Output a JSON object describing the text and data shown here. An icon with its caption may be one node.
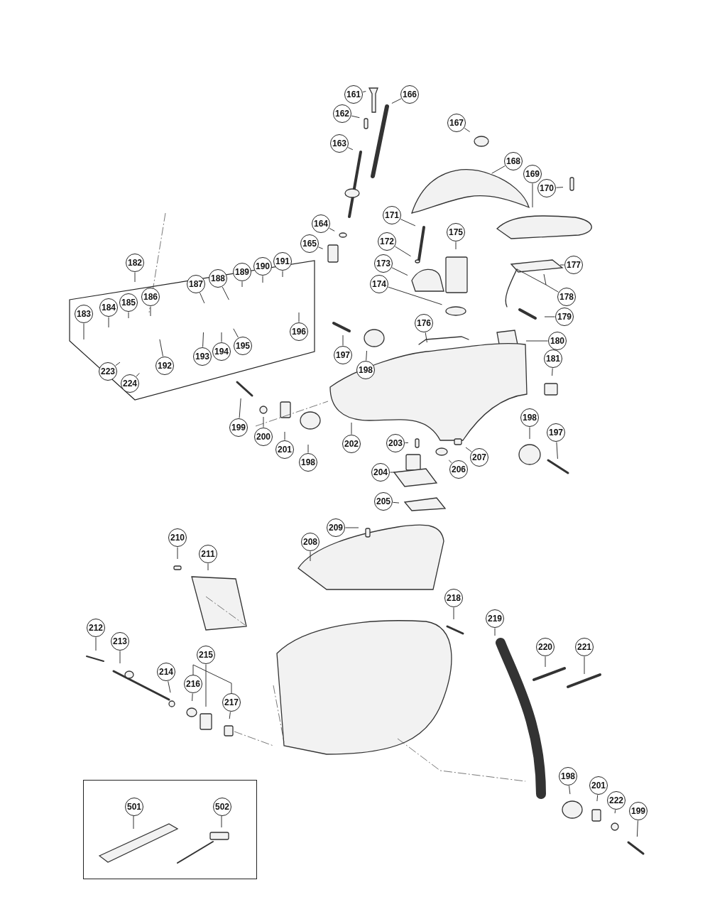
{
  "diagram": {
    "nodes": [
      {
        "text": [
          "161"
        ]
      },
      {
        "text": [
          "162"
        ]
      },
      {
        "text": [
          "166"
        ]
      },
      {
        "text": [
          "163"
        ]
      },
      {
        "text": [
          "167"
        ]
      },
      {
        "text": [
          "168"
        ]
      },
      {
        "text": [
          "169"
        ]
      },
      {
        "text": [
          "170"
        ]
      },
      {
        "text": [
          "164"
        ]
      },
      {
        "text": [
          "171"
        ]
      },
      {
        "text": [
          "172"
        ]
      },
      {
        "text": [
          "165"
        ]
      },
      {
        "text": [
          "173"
        ]
      },
      {
        "text": [
          "175"
        ]
      },
      {
        "text": [
          "174"
        ]
      },
      {
        "text": [
          "177"
        ]
      },
      {
        "text": [
          "178"
        ]
      },
      {
        "text": [
          "179"
        ]
      },
      {
        "text": [
          "176"
        ]
      },
      {
        "text": [
          "182"
        ]
      },
      {
        "text": [],
        "shape": "box"
      },
      {
        "text": [
          "183"
        ],
        "in": 20
      },
      {
        "text": [
          "184"
        ],
        "in": 20
      },
      {
        "text": [
          "185"
        ],
        "in": 20
      },
      {
        "text": [
          "186"
        ],
        "in": 20
      },
      {
        "text": [
          "187"
        ],
        "in": 20
      },
      {
        "text": [
          "188"
        ],
        "in": 20
      },
      {
        "text": [
          "189"
        ],
        "in": 20
      },
      {
        "text": [
          "190"
        ],
        "in": 20
      },
      {
        "text": [
          "191"
        ],
        "in": 20
      },
      {
        "text": [
          "192"
        ],
        "in": 20
      },
      {
        "text": [
          "193"
        ],
        "in": 20
      },
      {
        "text": [
          "194"
        ],
        "in": 20
      },
      {
        "text": [
          "195"
        ],
        "in": 20
      },
      {
        "text": [
          "196"
        ],
        "in": 20
      },
      {
        "text": [
          "223"
        ],
        "in": 20
      },
      {
        "text": [
          "224"
        ],
        "in": 20
      },
      {
        "text": [
          "180"
        ]
      },
      {
        "text": [
          "197"
        ]
      },
      {
        "text": [
          "198"
        ]
      },
      {
        "text": [
          "181"
        ]
      },
      {
        "text": [
          "199"
        ]
      },
      {
        "text": [
          "200"
        ]
      },
      {
        "text": [
          "201"
        ]
      },
      {
        "text": [
          "198"
        ]
      },
      {
        "text": [
          "202"
        ]
      },
      {
        "text": [
          "203"
        ]
      },
      {
        "text": [
          "204"
        ]
      },
      {
        "text": [
          "205"
        ]
      },
      {
        "text": [
          "206"
        ]
      },
      {
        "text": [
          "207"
        ]
      },
      {
        "text": [
          "198"
        ]
      },
      {
        "text": [
          "197"
        ]
      },
      {
        "text": [
          "209"
        ]
      },
      {
        "text": [
          "208"
        ]
      },
      {
        "text": [
          "210"
        ]
      },
      {
        "text": [
          "211"
        ]
      },
      {
        "text": [
          "212"
        ]
      },
      {
        "text": [
          "213"
        ]
      },
      {
        "text": [
          "214"
        ]
      },
      {
        "text": [
          "215"
        ]
      },
      {
        "text": [
          "216"
        ]
      },
      {
        "text": [
          "217"
        ]
      },
      {
        "text": [
          "218"
        ]
      },
      {
        "text": [
          "219"
        ]
      },
      {
        "text": [
          "220"
        ]
      },
      {
        "text": [
          "221"
        ]
      },
      {
        "text": [
          "198"
        ]
      },
      {
        "text": [
          "201"
        ]
      },
      {
        "text": [
          "222"
        ]
      },
      {
        "text": [
          "199"
        ]
      },
      {
        "text": [],
        "shape": "box"
      },
      {
        "text": [
          "501"
        ],
        "in": 71
      },
      {
        "text": [
          "502"
        ],
        "in": 71
      }
    ],
    "edges": [
      {
        "from": 0,
        "to": null,
        "arrow": "none"
      },
      {
        "from": 1,
        "to": null,
        "arrow": "none"
      },
      {
        "from": 2,
        "to": null,
        "arrow": "none"
      },
      {
        "from": 3,
        "to": null,
        "arrow": "none"
      },
      {
        "from": 4,
        "to": null,
        "arrow": "none"
      },
      {
        "from": 5,
        "to": null,
        "arrow": "none"
      },
      {
        "from": 6,
        "to": null,
        "arrow": "none"
      },
      {
        "from": 7,
        "to": null,
        "arrow": "none"
      },
      {
        "from": 8,
        "to": null,
        "arrow": "none"
      },
      {
        "from": 9,
        "to": null,
        "arrow": "none"
      },
      {
        "from": 10,
        "to": null,
        "arrow": "none"
      },
      {
        "from": 11,
        "to": null,
        "arrow": "none"
      },
      {
        "from": 12,
        "to": null,
        "arrow": "none"
      },
      {
        "from": 13,
        "to": null,
        "arrow": "none"
      },
      {
        "from": 14,
        "to": null,
        "arrow": "none"
      },
      {
        "from": 15,
        "to": null,
        "arrow": "none"
      },
      {
        "from": 16,
        "to": null,
        "arrow": "none"
      },
      {
        "from": 17,
        "to": null,
        "arrow": "none"
      },
      {
        "from": 18,
        "to": null,
        "arrow": "none"
      },
      {
        "from": 19,
        "to": 20,
        "arrow": "none"
      },
      {
        "from": 21,
        "to": null,
        "arrow": "none"
      },
      {
        "from": 22,
        "to": null,
        "arrow": "none"
      },
      {
        "from": 23,
        "to": null,
        "arrow": "none"
      },
      {
        "from": 24,
        "to": null,
        "arrow": "none"
      },
      {
        "from": 25,
        "to": null,
        "arrow": "none"
      },
      {
        "from": 26,
        "to": null,
        "arrow": "none"
      },
      {
        "from": 27,
        "to": null,
        "arrow": "none"
      },
      {
        "from": 28,
        "to": null,
        "arrow": "none"
      },
      {
        "from": 29,
        "to": null,
        "arrow": "none"
      },
      {
        "from": 30,
        "to": null,
        "arrow": "none"
      },
      {
        "from": 31,
        "to": null,
        "arrow": "none"
      },
      {
        "from": 32,
        "to": null,
        "arrow": "none"
      },
      {
        "from": 33,
        "to": null,
        "arrow": "none"
      },
      {
        "from": 34,
        "to": null,
        "arrow": "none"
      },
      {
        "from": 35,
        "to": null,
        "arrow": "none"
      },
      {
        "from": 36,
        "to": null,
        "arrow": "none"
      },
      {
        "from": 37,
        "to": null,
        "arrow": "none"
      },
      {
        "from": 38,
        "to": null,
        "arrow": "none"
      },
      {
        "from": 39,
        "to": null,
        "arrow": "none"
      },
      {
        "from": 40,
        "to": null,
        "arrow": "none"
      },
      {
        "from": 41,
        "to": null,
        "arrow": "none"
      },
      {
        "from": 42,
        "to": null,
        "arrow": "none"
      },
      {
        "from": 43,
        "to": null,
        "arrow": "none"
      },
      {
        "from": 44,
        "to": null,
        "arrow": "none"
      },
      {
        "from": 45,
        "to": null,
        "arrow": "none"
      },
      {
        "from": 46,
        "to": null,
        "arrow": "none"
      },
      {
        "from": 47,
        "to": null,
        "arrow": "none"
      },
      {
        "from": 48,
        "to": null,
        "arrow": "none"
      },
      {
        "from": 49,
        "to": null,
        "arrow": "none"
      },
      {
        "from": 50,
        "to": null,
        "arrow": "none"
      },
      {
        "from": 51,
        "to": null,
        "arrow": "none"
      },
      {
        "from": 52,
        "to": null,
        "arrow": "none"
      },
      {
        "from": 53,
        "to": null,
        "arrow": "none"
      },
      {
        "from": 54,
        "to": null,
        "arrow": "none"
      },
      {
        "from": 55,
        "to": null,
        "arrow": "none"
      },
      {
        "from": 56,
        "to": null,
        "arrow": "none"
      },
      {
        "from": 57,
        "to": null,
        "arrow": "none"
      },
      {
        "from": 58,
        "to": null,
        "arrow": "none"
      },
      {
        "from": 59,
        "to": null,
        "arrow": "none"
      },
      {
        "from": 60,
        "to": null,
        "arrow": "none"
      },
      {
        "from": 61,
        "to": null,
        "arrow": "none"
      },
      {
        "from": 62,
        "to": null,
        "arrow": "none"
      },
      {
        "from": 63,
        "to": null,
        "arrow": "none"
      },
      {
        "from": 64,
        "to": null,
        "arrow": "none"
      },
      {
        "from": 65,
        "to": null,
        "arrow": "none"
      },
      {
        "from": 66,
        "to": null,
        "arrow": "none"
      },
      {
        "from": 67,
        "to": null,
        "arrow": "none"
      },
      {
        "from": 68,
        "to": null,
        "arrow": "none"
      },
      {
        "from": 69,
        "to": null,
        "arrow": "none"
      },
      {
        "from": 70,
        "to": null,
        "arrow": "none"
      },
      {
        "from": 72,
        "to": null,
        "arrow": "none"
      },
      {
        "from": 73,
        "to": null,
        "arrow": "none"
      },
      {
        "from": 61,
        "to": 62,
        "arrow": "none"
      }
    ]
  }
}
